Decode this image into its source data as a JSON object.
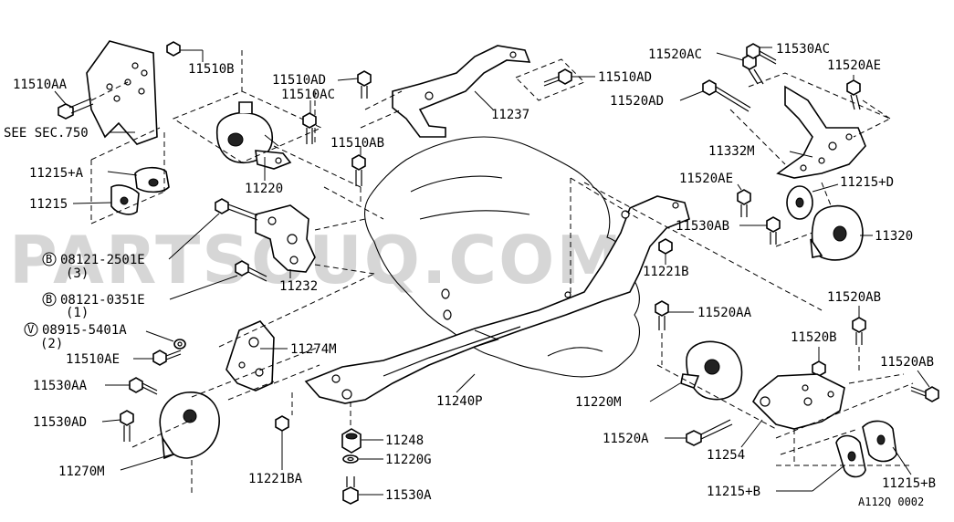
{
  "labels": {
    "p11510AA": "11510AA",
    "p11510B": "11510B",
    "seeSec": "SEE SEC.750",
    "p11215A": "11215+A",
    "p11215": "11215",
    "p11510AD_top": "11510AD",
    "p11510AC": "11510AC",
    "p11220": "11220",
    "p11510AB": "11510AB",
    "p11237": "11237",
    "p11510AD_right": "11510AD",
    "p11520AC": "11520AC",
    "p11530AC": "11530AC",
    "p11520AE_top": "11520AE",
    "p11520AD": "11520AD",
    "p11332M": "11332M",
    "p11520AE_mid": "11520AE",
    "p11215D": "11215+D",
    "p11530AB": "11530AB",
    "p11320": "11320",
    "p11221B": "11221B",
    "b08121_2501E": "08121-2501E",
    "q3": "(3)",
    "b08121_0351E": "08121-0351E",
    "q1": "(1)",
    "p11232": "11232",
    "v08915_5401A": "08915-5401A",
    "q2": "(2)",
    "p11274M": "11274M",
    "p11510AE": "11510AE",
    "p11530AA": "11530AA",
    "p11530AD": "11530AD",
    "p11270M": "11270M",
    "p11221BA": "11221BA",
    "p11240P": "11240P",
    "p11248": "11248",
    "p11220G": "11220G",
    "p11530A": "11530A",
    "p11520AA": "11520AA",
    "p11520AB_top": "11520AB",
    "p11520B": "11520B",
    "p11520AB_right": "11520AB",
    "p11220M": "11220M",
    "p11520A": "11520A",
    "p11254": "11254",
    "p11215B_left": "11215+B",
    "p11215B_right": "11215+B",
    "diagramCode": "A112Q 0002"
  },
  "symbols": {
    "bolt_b": "B",
    "washer_v": "V"
  },
  "watermark": "PARTSOUQ.COM"
}
